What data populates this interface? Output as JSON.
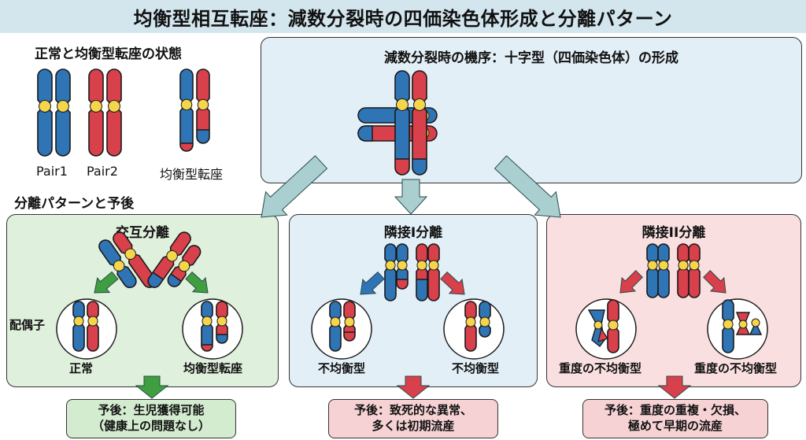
{
  "title": "均衡型相互転座：減数分裂時の四価染色体形成と分離パターン",
  "colors": {
    "chromosome_blue": "#2f74b5",
    "chromosome_red": "#d8404b",
    "centromere": "#f5d54a",
    "outline": "#1a1a1a",
    "big_arrow": "#a9cfd0",
    "green_arrow": "#3f9e3f",
    "red_arrow": "#d8404b",
    "blue_arrow": "#2f74b5",
    "panel_alternate_bg": "#dff0dc",
    "panel_adjacent1_bg": "#e2eff6",
    "panel_adjacent2_bg": "#f9dfe0",
    "mechanism_bg": "#e2eff6"
  },
  "normal_section": {
    "heading": "正常と均衡型転座の状態",
    "labels": [
      "Pair1",
      "Pair2",
      "均衡型転座"
    ]
  },
  "mechanism": {
    "heading": "減数分裂時の機序：十字型（四価染色体）の形成"
  },
  "patterns_heading": "分離パターンと予後",
  "gamete_label": "配偶子",
  "patterns": [
    {
      "title": "交互分離",
      "gametes": [
        "正常",
        "均衡型転座"
      ],
      "prognosis_line1": "予後：生児獲得可能",
      "prognosis_line2": "（健康上の問題なし）",
      "outcome": "favorable"
    },
    {
      "title": "隣接I分離",
      "gametes": [
        "不均衡型",
        "不均衡型"
      ],
      "prognosis_line1": "予後：致死的な異常、",
      "prognosis_line2": "多くは初期流産",
      "outcome": "unfavorable"
    },
    {
      "title": "隣接II分離",
      "gametes": [
        "重度の不均衡型",
        "重度の不均衡型"
      ],
      "prognosis_line1": "予後：重度の重複・欠損、",
      "prognosis_line2": "極めて早期の流産",
      "outcome": "unfavorable"
    }
  ]
}
